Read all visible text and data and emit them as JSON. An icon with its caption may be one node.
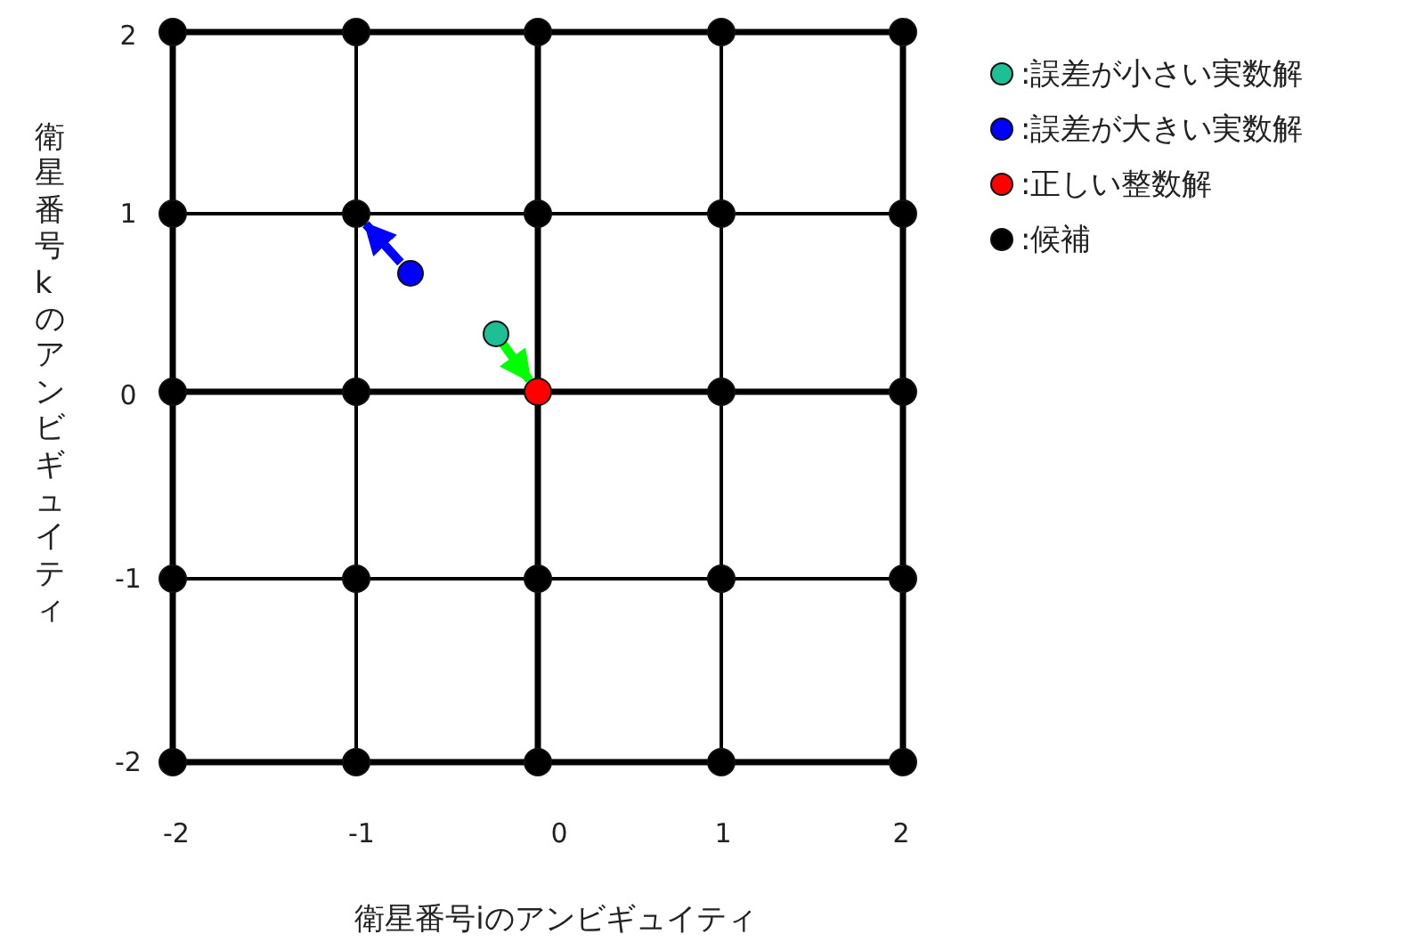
{
  "diagram": {
    "nodes": [
      {
        "text": [],
        "shape": "circle"
      },
      {
        "text": [],
        "shape": "circle"
      },
      {
        "text": [],
        "shape": "circle"
      },
      {
        "text": [],
        "shape": "circle"
      },
      {
        "text": [],
        "shape": "circle"
      },
      {
        "text": [],
        "shape": "circle"
      },
      {
        "text": [],
        "shape": "circle"
      },
      {
        "text": [],
        "shape": "circle"
      },
      {
        "text": [],
        "shape": "circle"
      },
      {
        "text": [],
        "shape": "circle"
      },
      {
        "text": [],
        "shape": "circle"
      },
      {
        "text": [],
        "shape": "circle"
      },
      {
        "text": [],
        "shape": "circle"
      },
      {
        "text": [],
        "shape": "circle"
      },
      {
        "text": [],
        "shape": "circle"
      },
      {
        "text": [],
        "shape": "circle"
      },
      {
        "text": [],
        "shape": "circle"
      },
      {
        "text": [],
        "shape": "circle"
      },
      {
        "text": [],
        "shape": "circle"
      },
      {
        "text": [],
        "shape": "circle"
      },
      {
        "text": [],
        "shape": "circle"
      },
      {
        "text": [],
        "shape": "circle"
      },
      {
        "text": [],
        "shape": "circle"
      },
      {
        "text": [],
        "shape": "circle"
      },
      {
        "text": [],
        "shape": "circle"
      },
      {
        "text": [],
        "shape": "circle"
      },
      {
        "text": [],
        "shape": "circle"
      }
    ],
    "edges": [
      {
        "from": 10,
        "to": 6,
        "arrow": "to",
        "color": "#0000ff"
      },
      {
        "from": 11,
        "to": 14,
        "arrow": "to",
        "color": "#00ff00"
      }
    ],
    "labels": [
      "2",
      "衛星番号kのアンビギュイティ",
      "1",
      "0",
      "-1",
      "-2",
      "-2",
      "-1",
      "0",
      "1",
      "2",
      "衛星番号iのアンビギュイティ"
    ],
    "legend": [
      {
        "text": ":誤差が小さい実数解",
        "color": "#1fbf96"
      },
      {
        "text": ":誤差が大きい実数解",
        "color": "#0000ff"
      },
      {
        "text": ":正しい整数解",
        "color": "#ff0000"
      },
      {
        "text": ":候補",
        "color": "#000000"
      }
    ]
  }
}
